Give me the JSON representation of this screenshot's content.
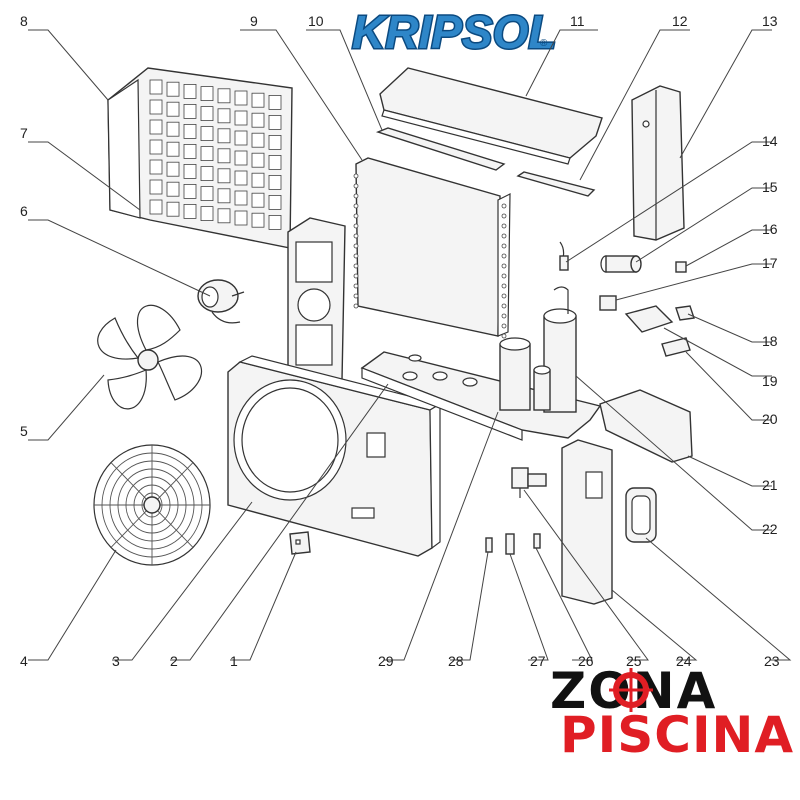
{
  "logos": {
    "brand": {
      "text": "KRIPSOL",
      "color": "#2e86c8",
      "outline": "#0b4a80"
    },
    "dealer": {
      "line1": "ZONA",
      "line2": "PISCINA",
      "color_dark": "#111111",
      "color_accent": "#e01e24"
    }
  },
  "callouts": [
    "1",
    "2",
    "3",
    "4",
    "5",
    "6",
    "7",
    "8",
    "9",
    "10",
    "11",
    "12",
    "13",
    "14",
    "15",
    "16",
    "17",
    "18",
    "19",
    "20",
    "21",
    "22",
    "23",
    "24",
    "25",
    "26",
    "27",
    "28",
    "29"
  ],
  "parts": [
    {
      "id": "1",
      "icon": "control-panel"
    },
    {
      "id": "2",
      "icon": "base-tray"
    },
    {
      "id": "3",
      "icon": "front-panel"
    },
    {
      "id": "4",
      "icon": "fan-grille"
    },
    {
      "id": "5",
      "icon": "fan-blade"
    },
    {
      "id": "6",
      "icon": "fan-motor"
    },
    {
      "id": "7",
      "icon": "motor-bracket"
    },
    {
      "id": "8",
      "icon": "rear-grille-panel"
    },
    {
      "id": "9",
      "icon": "evaporator-coil"
    },
    {
      "id": "10",
      "icon": "top-strip"
    },
    {
      "id": "11",
      "icon": "top-cover"
    },
    {
      "id": "12",
      "icon": "top-strip"
    },
    {
      "id": "13",
      "icon": "side-post"
    },
    {
      "id": "14",
      "icon": "sensor"
    },
    {
      "id": "15",
      "icon": "capacitor"
    },
    {
      "id": "16",
      "icon": "terminal"
    },
    {
      "id": "17",
      "icon": "relay"
    },
    {
      "id": "18",
      "icon": "terminal-clip"
    },
    {
      "id": "19",
      "icon": "pcb"
    },
    {
      "id": "20",
      "icon": "terminal-block"
    },
    {
      "id": "21",
      "icon": "electrical-cover"
    },
    {
      "id": "22",
      "icon": "compressor"
    },
    {
      "id": "23",
      "icon": "water-connector-cover"
    },
    {
      "id": "24",
      "icon": "side-panel"
    },
    {
      "id": "25",
      "icon": "4-way-valve"
    },
    {
      "id": "26",
      "icon": "pressure-switch"
    },
    {
      "id": "27",
      "icon": "filter-drier"
    },
    {
      "id": "28",
      "icon": "pressure-switch"
    },
    {
      "id": "29",
      "icon": "heat-exchanger"
    }
  ]
}
